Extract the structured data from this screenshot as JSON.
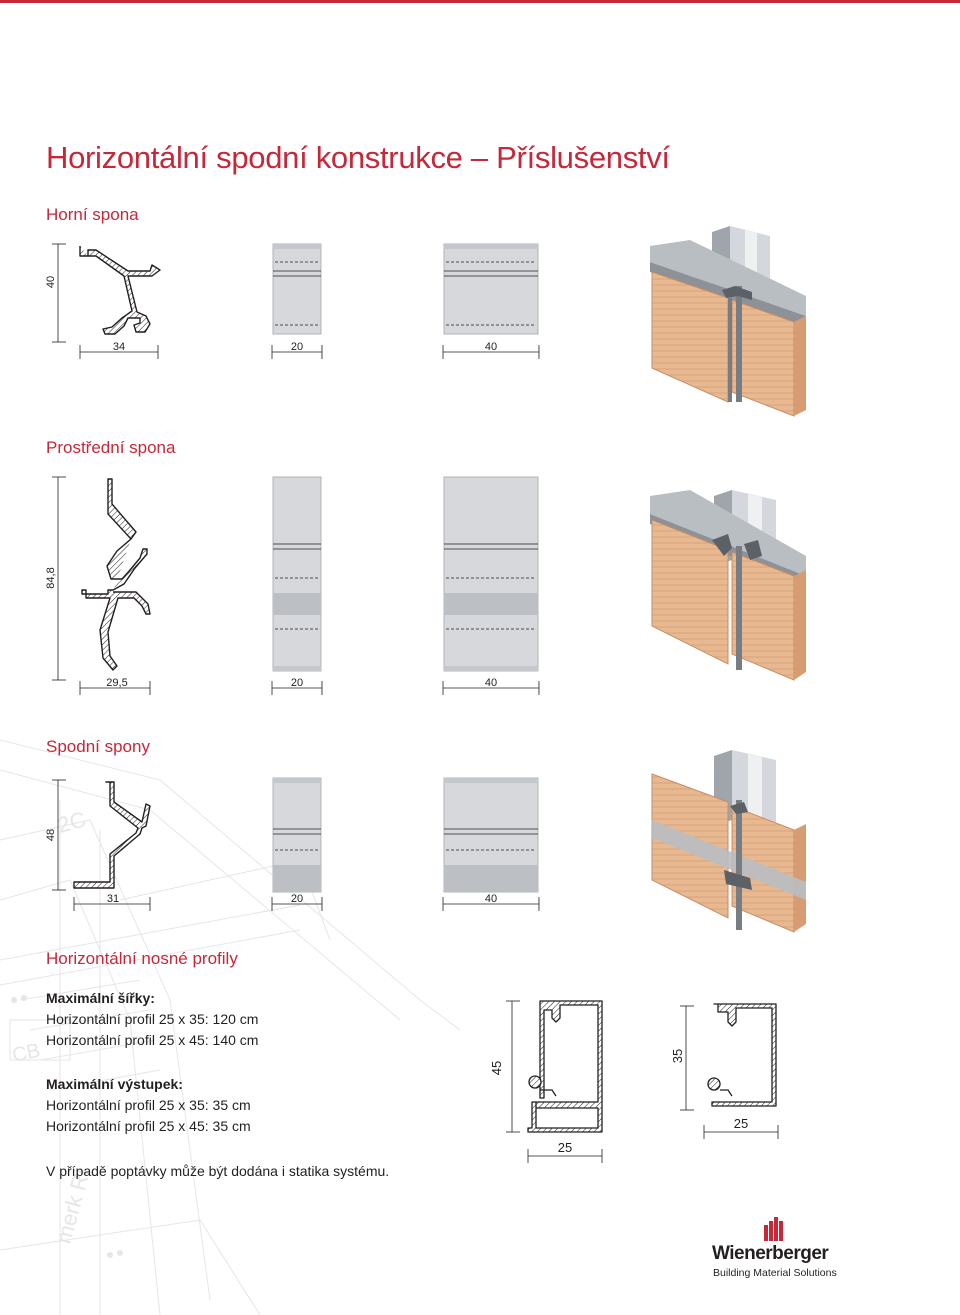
{
  "title": "Horizontální spodní konstrukce – Příslušenství",
  "sections": {
    "horni_spona": {
      "title": "Horní spona",
      "dims": {
        "height": "40",
        "profile_width": "34",
        "front_width_a": "20",
        "front_width_b": "40"
      }
    },
    "prostredni_spona": {
      "title": "Prostřední spona",
      "dims": {
        "height": "84,8",
        "profile_width": "29,5",
        "front_width_a": "20",
        "front_width_b": "40"
      }
    },
    "spodni_spony": {
      "title": "Spodní spony",
      "dims": {
        "height": "48",
        "profile_width": "31",
        "front_width_a": "20",
        "front_width_b": "40"
      }
    }
  },
  "profiles": {
    "title": "Horizontální nosné profily",
    "max_width_label": "Maximální šířky:",
    "max_width_1": "Horizontální profil 25 x 35: 120 cm",
    "max_width_2": "Horizontální profil 25 x 45: 140 cm",
    "max_overhang_label": "Maximální výstupek:",
    "max_overhang_1": "Horizontální profil 25 x 35: 35 cm",
    "max_overhang_2": "Horizontální profil 25 x 45: 35 cm",
    "note": "V případě poptávky může být dodána i statika systému.",
    "profile_45": {
      "height": "45",
      "width": "25"
    },
    "profile_35": {
      "height": "35",
      "width": "25"
    }
  },
  "logo": {
    "name": "Wienerberger",
    "tagline": "Building Material Solutions"
  },
  "colors": {
    "accent": "#c6283a",
    "terracotta": "#e8b890",
    "metal": "#b7bcc2"
  }
}
